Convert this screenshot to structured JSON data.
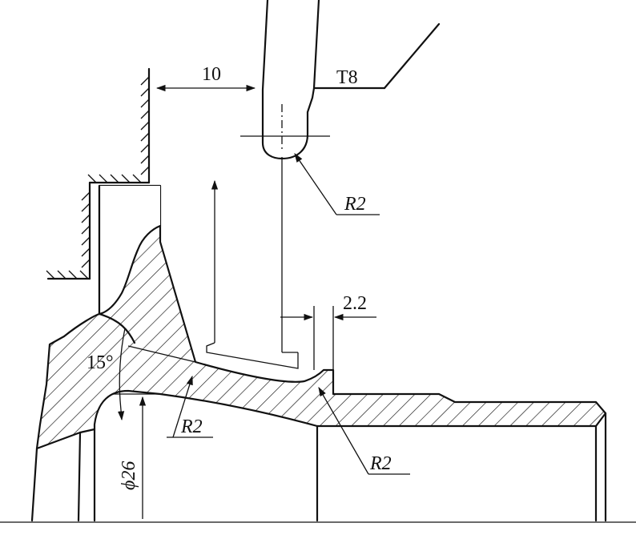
{
  "labels": {
    "dim_10": "10",
    "tool": "T8",
    "radius_tool": "R2",
    "dim_2_2": "2.2",
    "angle_15": "15°",
    "radius_left": "R2",
    "radius_bottom": "R2",
    "phi_26": "ϕ26"
  }
}
